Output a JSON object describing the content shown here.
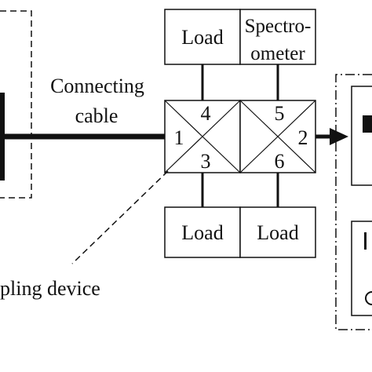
{
  "labels": {
    "connecting_cable": [
      "Connecting",
      "cable"
    ],
    "coupling_device": "pling device",
    "load_top": "Load",
    "spectrometer": [
      "Spectro-",
      "ometer"
    ],
    "load_bottom_left": "Load",
    "load_bottom_right": "Load"
  },
  "ports": [
    "1",
    "2",
    "3",
    "4",
    "5",
    "6"
  ],
  "colors": {
    "stroke": "#111111",
    "background": "#ffffff"
  }
}
